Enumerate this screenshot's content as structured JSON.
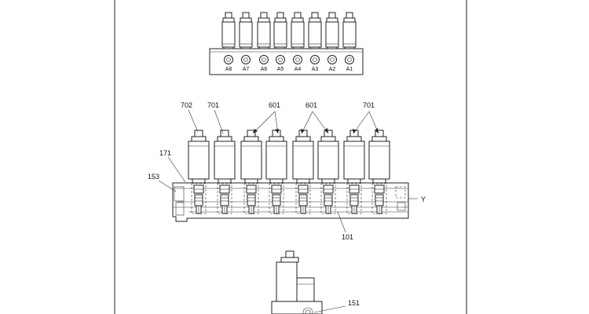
{
  "top_view": {
    "ports": [
      "A8",
      "A7",
      "A6",
      "A5",
      "A4",
      "A3",
      "A2",
      "A1"
    ]
  },
  "front_view": {
    "callouts": {
      "c702": "702",
      "c701_left": "701",
      "c601_left": "601",
      "c601_right": "601",
      "c701_right": "701",
      "c171": "171",
      "c153": "153",
      "cY": "Y",
      "c101": "101"
    }
  },
  "side_view": {
    "callouts": {
      "c151": "151"
    }
  }
}
